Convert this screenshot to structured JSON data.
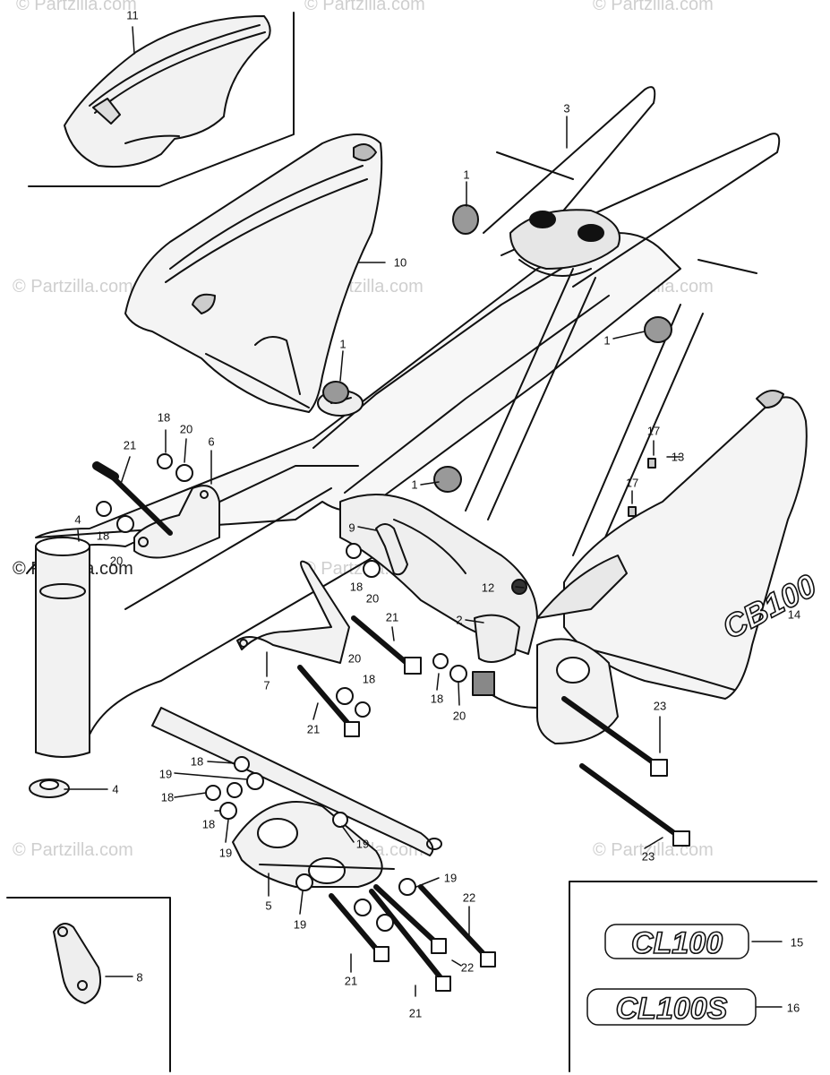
{
  "watermark": "© Partzilla.com",
  "callouts": [
    {
      "id": "c11a",
      "label": "11"
    },
    {
      "id": "c3",
      "label": "3"
    },
    {
      "id": "c1a",
      "label": "1"
    },
    {
      "id": "c10",
      "label": "10"
    },
    {
      "id": "c1b",
      "label": "1"
    },
    {
      "id": "c1c",
      "label": "1"
    },
    {
      "id": "c18a",
      "label": "18"
    },
    {
      "id": "c20a",
      "label": "20"
    },
    {
      "id": "c21a",
      "label": "21"
    },
    {
      "id": "c6",
      "label": "6"
    },
    {
      "id": "c4a",
      "label": "4"
    },
    {
      "id": "c18b",
      "label": "18"
    },
    {
      "id": "c20b",
      "label": "20"
    },
    {
      "id": "c1d",
      "label": "1"
    },
    {
      "id": "c17a",
      "label": "17"
    },
    {
      "id": "c13",
      "label": "13"
    },
    {
      "id": "c17b",
      "label": "17"
    },
    {
      "id": "c9",
      "label": "9"
    },
    {
      "id": "c18c",
      "label": "18"
    },
    {
      "id": "c20c",
      "label": "20"
    },
    {
      "id": "c12",
      "label": "12"
    },
    {
      "id": "c14",
      "label": "14"
    },
    {
      "id": "c2",
      "label": "2"
    },
    {
      "id": "c21b",
      "label": "21"
    },
    {
      "id": "c20d",
      "label": "20"
    },
    {
      "id": "c18d",
      "label": "18"
    },
    {
      "id": "c7",
      "label": "7"
    },
    {
      "id": "c21c",
      "label": "21"
    },
    {
      "id": "c18e",
      "label": "18"
    },
    {
      "id": "c20e",
      "label": "20"
    },
    {
      "id": "c23a",
      "label": "23"
    },
    {
      "id": "c18f",
      "label": "18"
    },
    {
      "id": "c4b",
      "label": "4"
    },
    {
      "id": "c19a",
      "label": "19"
    },
    {
      "id": "c18g",
      "label": "18"
    },
    {
      "id": "c18h",
      "label": "18"
    },
    {
      "id": "c19b",
      "label": "19"
    },
    {
      "id": "c19c",
      "label": "19"
    },
    {
      "id": "c23b",
      "label": "23"
    },
    {
      "id": "c19d",
      "label": "19"
    },
    {
      "id": "c5",
      "label": "5"
    },
    {
      "id": "c19e",
      "label": "19"
    },
    {
      "id": "c22a",
      "label": "22"
    },
    {
      "id": "c8",
      "label": "8"
    },
    {
      "id": "c21d",
      "label": "21"
    },
    {
      "id": "c22b",
      "label": "22"
    },
    {
      "id": "c21e",
      "label": "21"
    },
    {
      "id": "c15",
      "label": "15"
    },
    {
      "id": "c16",
      "label": "16"
    }
  ],
  "emblems": {
    "tank_emblem": "CB100",
    "emblem_15": "CL100",
    "emblem_16": "CL100S"
  }
}
